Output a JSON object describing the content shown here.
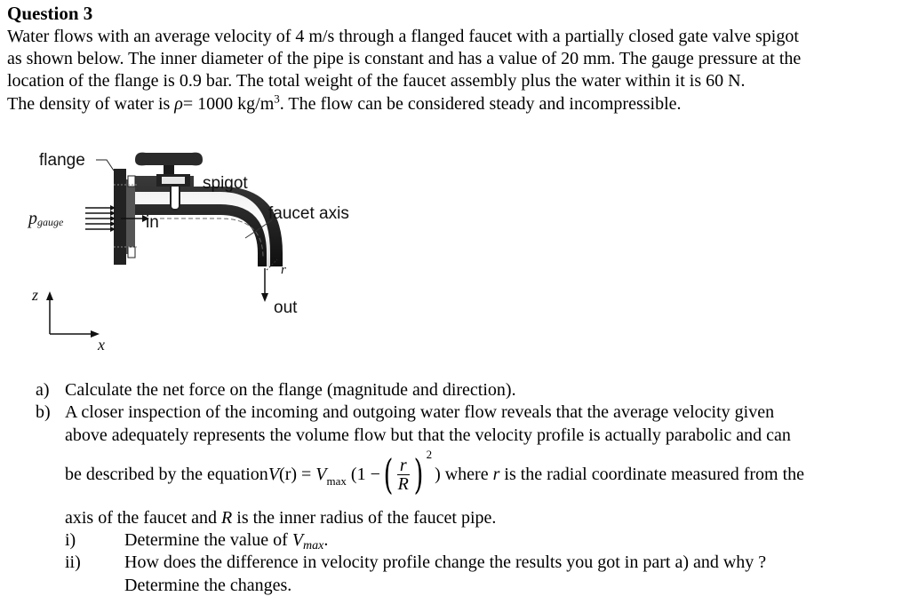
{
  "question": {
    "title": "Question 3",
    "intro": [
      "Water flows with an average velocity of 4 m/s through a flanged faucet with a partially closed gate valve spigot",
      "as shown below. The inner diameter of the pipe is constant and has a value of 20 mm. The gauge pressure at the",
      "location of the flange is 0.9 bar. The total weight of the faucet assembly plus the water within it is 60 N."
    ],
    "density_prefix": "The density of water is ",
    "density_rho": "ρ",
    "density_mid": "= 1000 kg/m",
    "density_exp": "3",
    "density_suffix": ". The flow can be considered steady and incompressible."
  },
  "figure": {
    "flange": "flange",
    "spigot": "spigot",
    "faucet_axis": "faucet axis",
    "in": "in",
    "out": "out",
    "p_gauge_p": "p",
    "p_gauge_sub": "gauge",
    "r": "r",
    "z": "z",
    "x": "x"
  },
  "parts": {
    "a_label": "a)",
    "a_text": "Calculate the net force on the flange (magnitude and direction).",
    "b_label": "b)",
    "b_text1": "A closer inspection of the incoming and outgoing water flow reveals that the average velocity given",
    "b_text2": "above adequately represents the volume flow but that the velocity profile is actually parabolic and can",
    "b_eq_prefix": "be described by the equation ",
    "eq_V": "V",
    "eq_r_arg": "(r)",
    "eq_eq": " = ",
    "eq_Vmax": "V",
    "eq_max": "max",
    "eq_open": " (1 −",
    "eq_num": "r",
    "eq_den": "R",
    "eq_pow": "2",
    "eq_close": ")",
    "b_eq_suffix_1": " where ",
    "b_eq_r": "r",
    "b_eq_suffix_2": " is the radial coordinate measured from the",
    "b_text3_pre": "axis of the faucet and ",
    "b_text3_R": "R",
    "b_text3_post": " is the inner radius of the faucet pipe.",
    "i_label": "i)",
    "i_text": "Determine the value of ",
    "i_V": "V",
    "i_max": "max",
    "i_dot": ".",
    "ii_label": "ii)",
    "ii_text1": "How does the difference in velocity profile change the results you got in part a) and why ?",
    "ii_text2": "Determine the changes."
  }
}
